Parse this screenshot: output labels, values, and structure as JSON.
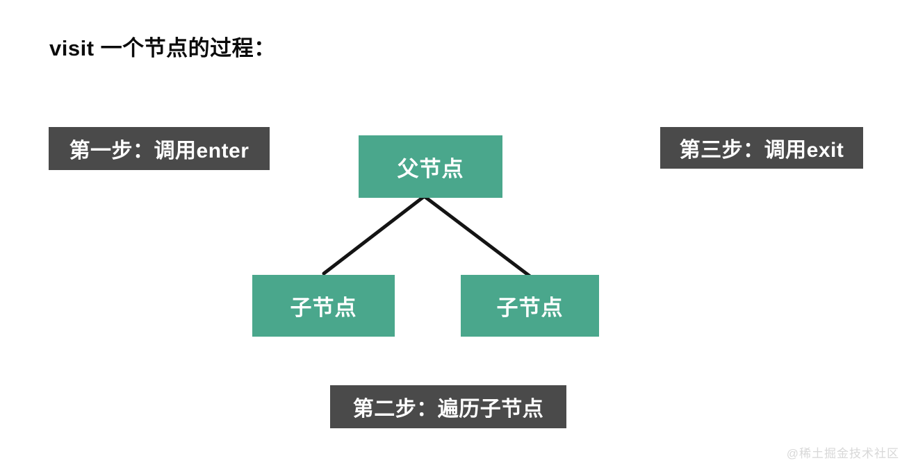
{
  "title": "visit 一个节点的过程：",
  "steps": {
    "step1": "第一步：调用enter",
    "step2": "第二步：遍历子节点",
    "step3": "第三步：调用exit"
  },
  "tree": {
    "parent": "父节点",
    "children": [
      "子节点",
      "子节点"
    ]
  },
  "watermark": "@稀土掘金技术社区",
  "colors": {
    "node_fill": "#4AA78C",
    "label_fill": "#4A4A4A",
    "line": "#141414",
    "text_on_fill": "#FFFFFF",
    "watermark": "#D8D8D8",
    "title_color": "#0B0B0B"
  }
}
